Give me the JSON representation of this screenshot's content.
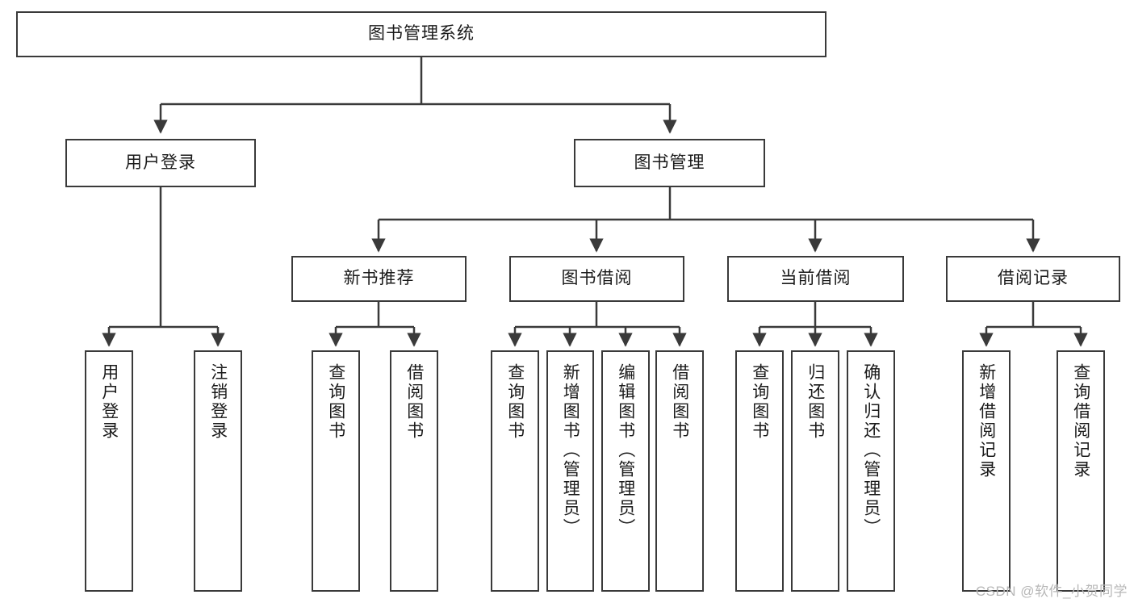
{
  "diagram": {
    "title": "图书管理系统",
    "watermark": "CSDN @软件_小贺同学",
    "colors": {
      "box_border": "#3a3a3a",
      "box_fill": "#ffffff",
      "connector": "#3a3a3a",
      "text": "#1a1a1a",
      "watermark": "#b8b8b8"
    },
    "levels": {
      "root": {
        "label": "图书管理系统"
      },
      "level2": [
        {
          "label": "用户登录"
        },
        {
          "label": "图书管理"
        }
      ],
      "level3": [
        {
          "label": "新书推荐"
        },
        {
          "label": "图书借阅"
        },
        {
          "label": "当前借阅"
        },
        {
          "label": "借阅记录"
        }
      ],
      "leaves": {
        "user_login": [
          {
            "label": "用户登录"
          },
          {
            "label": "注销登录"
          }
        ],
        "new_book_recommend": [
          {
            "label": "查询图书"
          },
          {
            "label": "借阅图书"
          }
        ],
        "book_borrow": [
          {
            "label": "查询图书"
          },
          {
            "label": "新增图书（管理员）"
          },
          {
            "label": "编辑图书（管理员）"
          },
          {
            "label": "借阅图书"
          }
        ],
        "current_borrow": [
          {
            "label": "查询图书"
          },
          {
            "label": "归还图书"
          },
          {
            "label": "确认归还（管理员）"
          }
        ],
        "borrow_record": [
          {
            "label": "新增借阅记录"
          },
          {
            "label": "查询借阅记录"
          }
        ]
      }
    }
  }
}
